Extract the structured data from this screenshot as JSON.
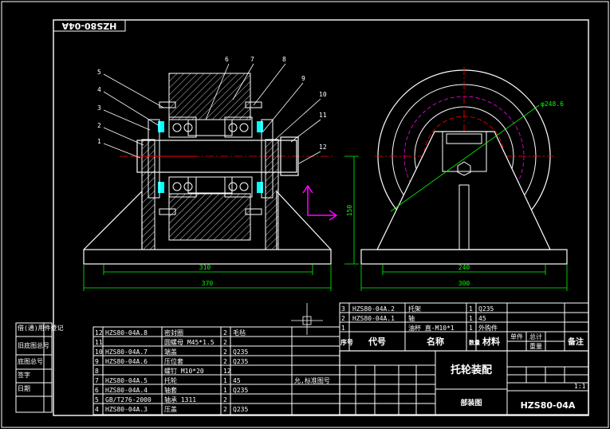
{
  "drawing": {
    "stamp_code": "HZS80-04A",
    "title": "托轮装配",
    "subtitle": "部装图",
    "code": "HZS80-04A",
    "scale": "1:1",
    "colors": {
      "line": "#ffffff",
      "dim": "#00ff00",
      "center": "#ff0000",
      "accent": "#00ffff",
      "arc": "#ff00ff",
      "bg": "#000000"
    }
  },
  "leaders": [
    "1",
    "2",
    "3",
    "4",
    "5",
    "6",
    "7",
    "8",
    "9",
    "10",
    "11",
    "12"
  ],
  "dimensions": {
    "front_inner_width": "310",
    "front_outer_width": "370",
    "height": "150",
    "side_inner_width": "240",
    "side_outer_width": "300",
    "diameter": "φ248.6"
  },
  "top_bom": {
    "rows": [
      {
        "no": "3",
        "code": "HZS80-04A.2",
        "name": "托架",
        "qty": "1",
        "material": "Q235"
      },
      {
        "no": "2",
        "code": "HZS80-04A.1",
        "name": "轴",
        "qty": "1",
        "material": "45"
      },
      {
        "no": "1",
        "code": "",
        "name": "油杯 直-M10*1",
        "qty": "1",
        "material": "外购件"
      }
    ],
    "header": {
      "no": "序号",
      "code": "代号",
      "name": "名称",
      "qty": "数量",
      "material": "材料",
      "single": "单件",
      "total": "总计",
      "weight": "重量",
      "remark": "备注"
    }
  },
  "left_bom": {
    "rows": [
      {
        "no": "12",
        "code": "HZS80-04A.8",
        "name": "密封圈",
        "qty": "2",
        "material": "毛毡"
      },
      {
        "no": "11",
        "code": "",
        "name": "圆螺母 M45*1.5",
        "qty": "2",
        "material": ""
      },
      {
        "no": "10",
        "code": "HZS80-04A.7",
        "name": "端盖",
        "qty": "2",
        "material": "Q235"
      },
      {
        "no": "9",
        "code": "HZS80-04A.6",
        "name": "压位套",
        "qty": "2",
        "material": "Q235"
      },
      {
        "no": "8",
        "code": "",
        "name": "螺钉 M10*20",
        "qty": "12",
        "material": ""
      },
      {
        "no": "7",
        "code": "HZS80-04A.5",
        "name": "托轮",
        "qty": "1",
        "material": "45"
      },
      {
        "no": "6",
        "code": "HZS80-04A.4",
        "name": "轴套",
        "qty": "1",
        "material": "Q235"
      },
      {
        "no": "5",
        "code": "GB/T276-2000",
        "name": "轴承 1311",
        "qty": "2",
        "material": ""
      },
      {
        "no": "4",
        "code": "HZS80-04A.3",
        "name": "压盖",
        "qty": "2",
        "material": "Q235"
      }
    ]
  },
  "side_labels": [
    "借(通)用件登记",
    "旧底图总号",
    "底图总号",
    "签字",
    "日期"
  ],
  "side_note": "允,标准图号"
}
